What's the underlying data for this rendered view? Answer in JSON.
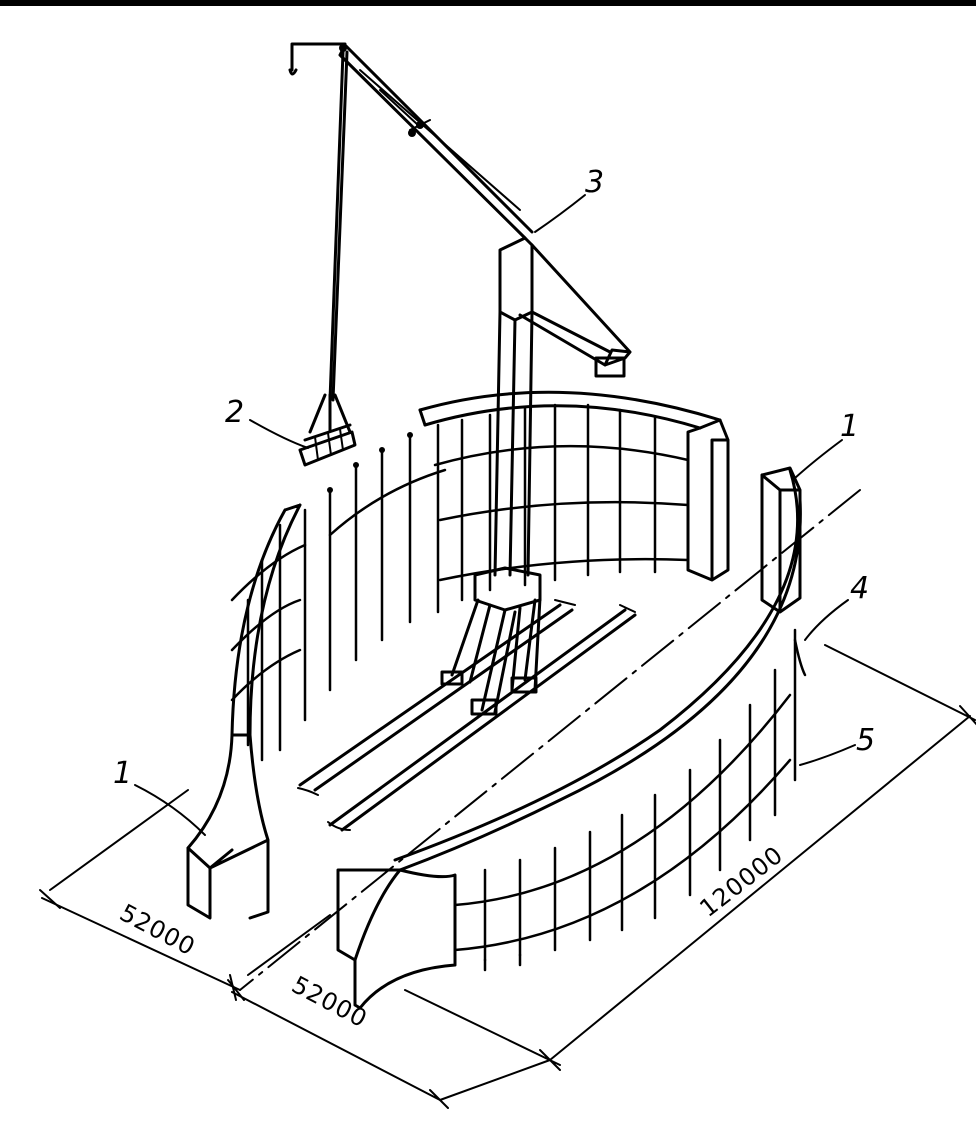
{
  "figure": {
    "labels": [
      {
        "id": "wall-end-left",
        "text": "1"
      },
      {
        "id": "wall-end-right",
        "text": "1"
      },
      {
        "id": "lifted-panel",
        "text": "2"
      },
      {
        "id": "tower-crane",
        "text": "3"
      },
      {
        "id": "wall-top-beam",
        "text": "4"
      },
      {
        "id": "reinforcement-cage",
        "text": "5"
      }
    ],
    "dimensions": {
      "width_left": "52000",
      "width_right": "52000",
      "length": "120000"
    }
  },
  "colors": {
    "ink": "#000000",
    "paper": "#ffffff"
  }
}
